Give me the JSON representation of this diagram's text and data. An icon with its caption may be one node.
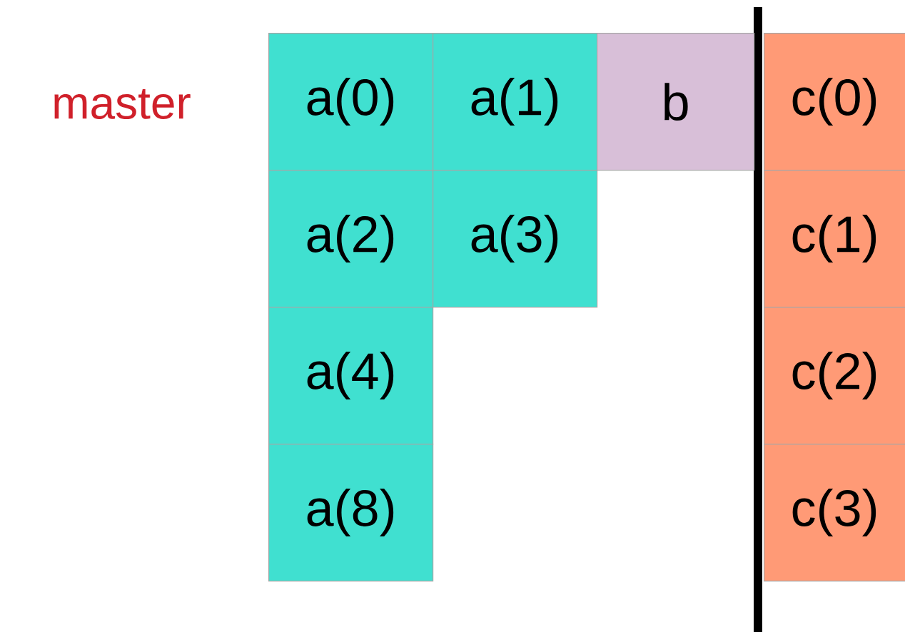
{
  "diagram": {
    "nodes": [
      {
        "text": [
          "a(0)"
        ]
      },
      {
        "text": [
          "a(1)"
        ]
      },
      {
        "text": [
          "b"
        ]
      },
      {
        "text": [
          "c(0)"
        ]
      },
      {
        "text": [
          "a(2)"
        ]
      },
      {
        "text": [
          "a(3)"
        ]
      },
      {
        "text": [
          "c(1)"
        ]
      },
      {
        "text": [
          "a(4)"
        ]
      },
      {
        "text": [
          "c(2)"
        ]
      },
      {
        "text": [
          "a(8)"
        ]
      },
      {
        "text": [
          "c(3)"
        ]
      }
    ],
    "labels": [
      "master"
    ]
  }
}
